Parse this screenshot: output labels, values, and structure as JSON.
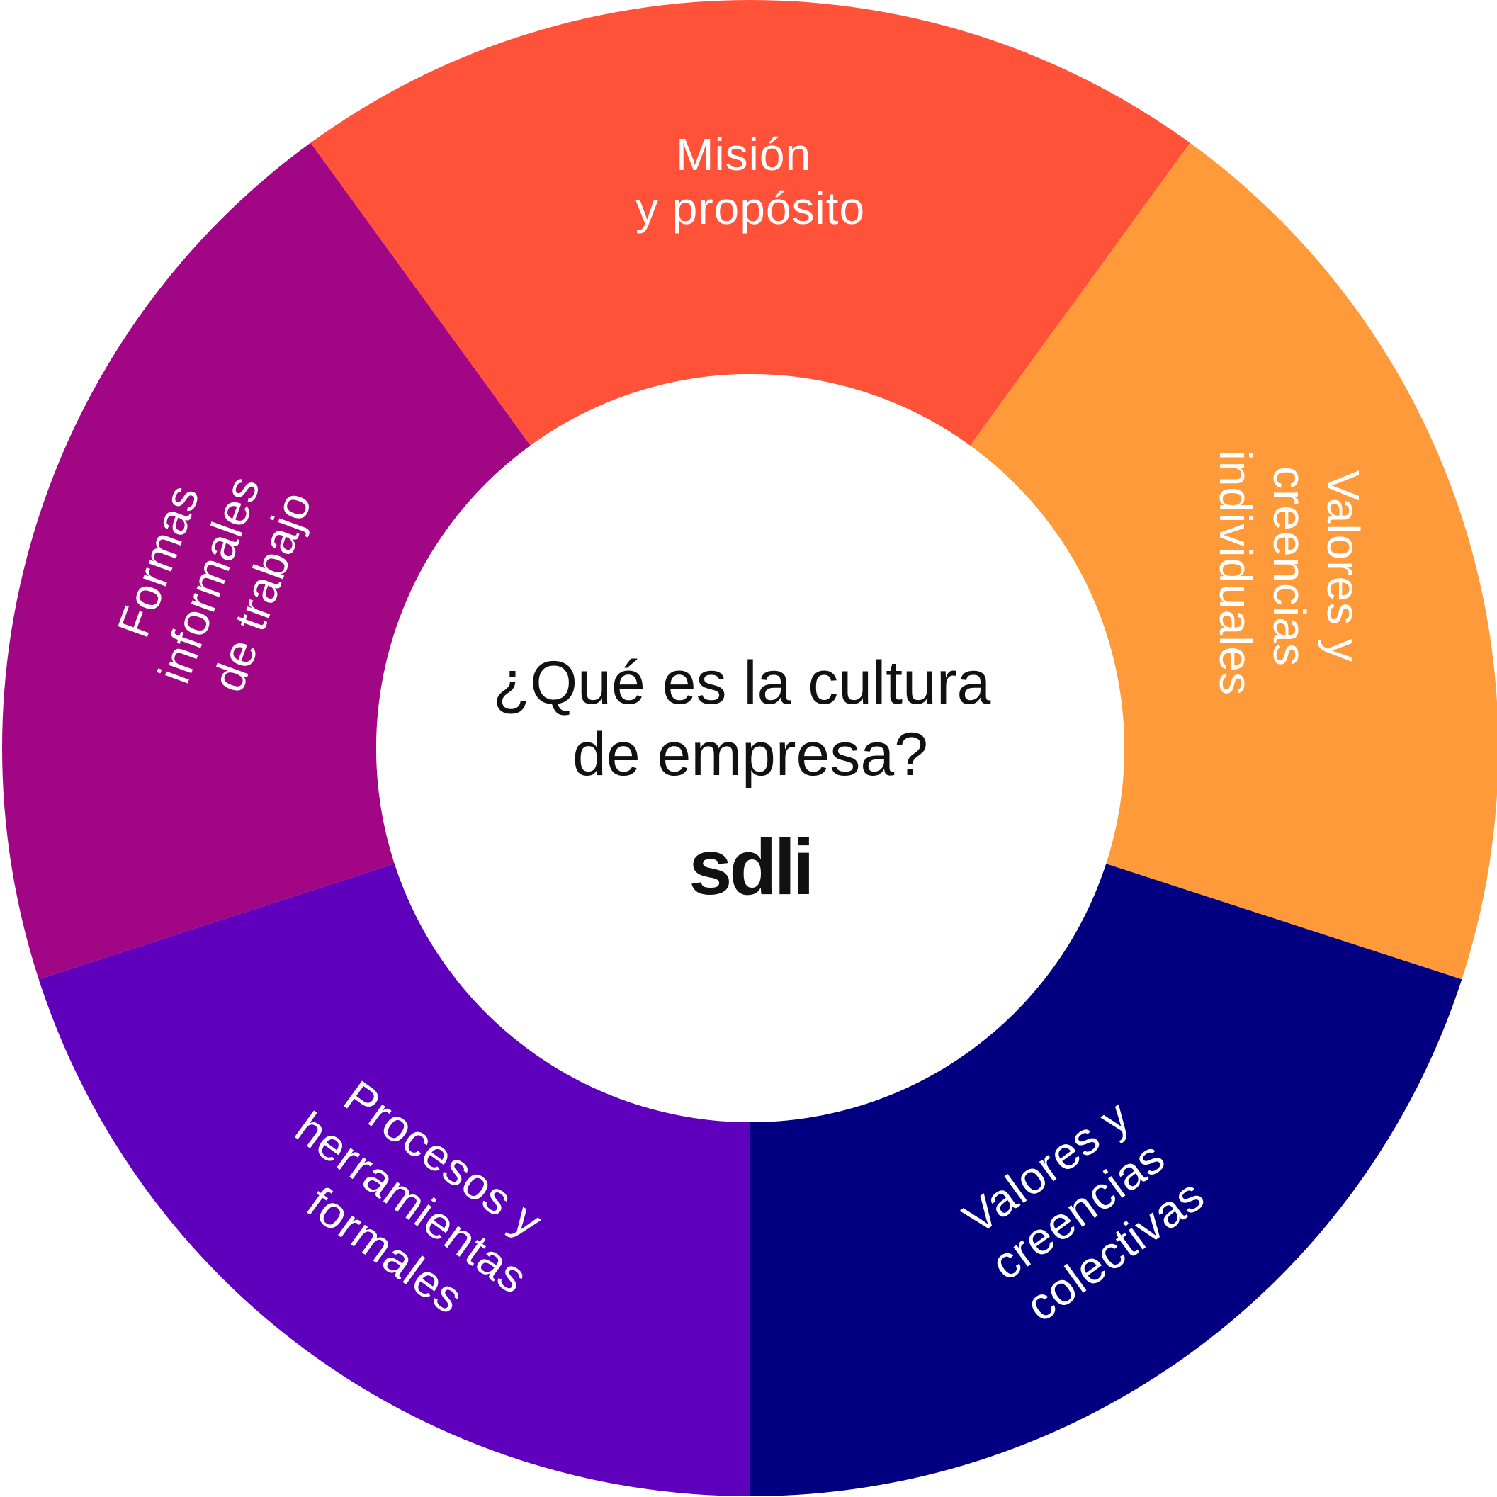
{
  "diagram": {
    "colors": {
      "background": "#ffffff",
      "center": "#ffffff",
      "text_on_segment": "#ffffff",
      "center_text": "#111111"
    },
    "segments": [
      {
        "id": "mision",
        "lines": [
          "Misión",
          "y propósito"
        ],
        "color": "#FF5238"
      },
      {
        "id": "valores-individuales",
        "lines": [
          "Valores y",
          "creencias",
          "individuales"
        ],
        "color": "#FF9A3A"
      },
      {
        "id": "valores-colectivas",
        "lines": [
          "Valores y",
          "creencias",
          "colectivas"
        ],
        "color": "#020080"
      },
      {
        "id": "procesos",
        "lines": [
          "Procesos y",
          "herramientas",
          "formales"
        ],
        "color": "#5E00BC"
      },
      {
        "id": "formas-informales",
        "lines": [
          "Formas",
          "informales",
          "de trabajo"
        ],
        "color": "#A10684"
      }
    ],
    "center": {
      "question_lines": [
        "¿Qué es la cultura",
        "de empresa?"
      ],
      "logo": "sdli"
    }
  }
}
